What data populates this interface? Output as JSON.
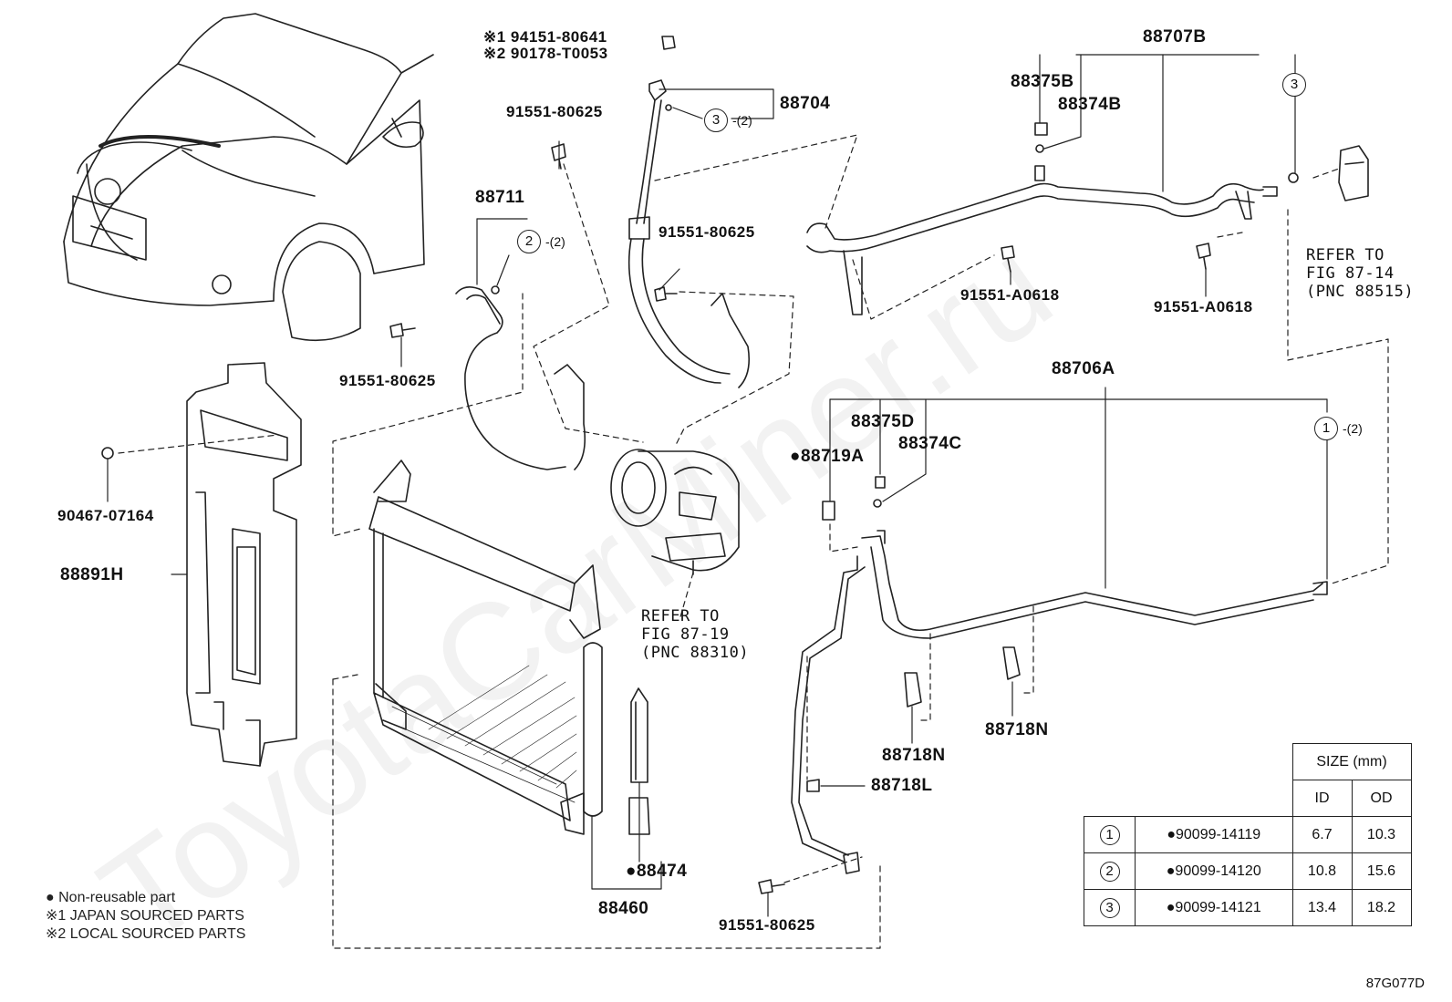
{
  "labels": {
    "p88707B": "88707B",
    "p88375B": "88375B",
    "p88374B": "88374B",
    "p88704": "88704",
    "p88711": "88711",
    "p88706A": "88706A",
    "p88375D": "88375D",
    "p88374C": "88374C",
    "p88719A": "●88719A",
    "p88891H": "88891H",
    "p90467": "90467-07164",
    "p88474": "●88474",
    "p88460": "88460",
    "p88718N_a": "88718N",
    "p88718N_b": "88718N",
    "p88718L": "88718L",
    "bolt_80625_top": "91551-80625",
    "bolt_80625_mid": "91551-80625",
    "bolt_80625_left": "91551-80625",
    "bolt_80625_bottom": "91551-80625",
    "bolt_a0618_left": "91551-A0618",
    "bolt_a0618_right": "91551-A0618",
    "nut_japan": "※1 94151-80641",
    "nut_local": "※2 90178-T0053"
  },
  "circle_refs": {
    "c3_top": "3",
    "c3_top_qty": "-(2)",
    "c2": "2",
    "c2_qty": "-(2)",
    "c3_right": "3",
    "c1": "1",
    "c1_qty": "-(2)"
  },
  "references": {
    "compressor": "REFER TO\nFIG 87-19\n(PNC 88310)",
    "valve": "REFER TO\nFIG 87-14\n(PNC 88515)"
  },
  "legend": {
    "non_reusable": "● Non-reusable part",
    "japan": "※1 JAPAN SOURCED PARTS",
    "local": "※2 LOCAL SOURCED PARTS"
  },
  "size_table": {
    "header": "SIZE (mm)",
    "col_id": "ID",
    "col_od": "OD",
    "rows": [
      {
        "ref": "1",
        "part": "●90099-14119",
        "id": "6.7",
        "od": "10.3"
      },
      {
        "ref": "2",
        "part": "●90099-14120",
        "id": "10.8",
        "od": "15.6"
      },
      {
        "ref": "3",
        "part": "●90099-14121",
        "id": "13.4",
        "od": "18.2"
      }
    ]
  },
  "figure_code": "87G077D",
  "watermark": "ToyotaCarMiner.ru"
}
